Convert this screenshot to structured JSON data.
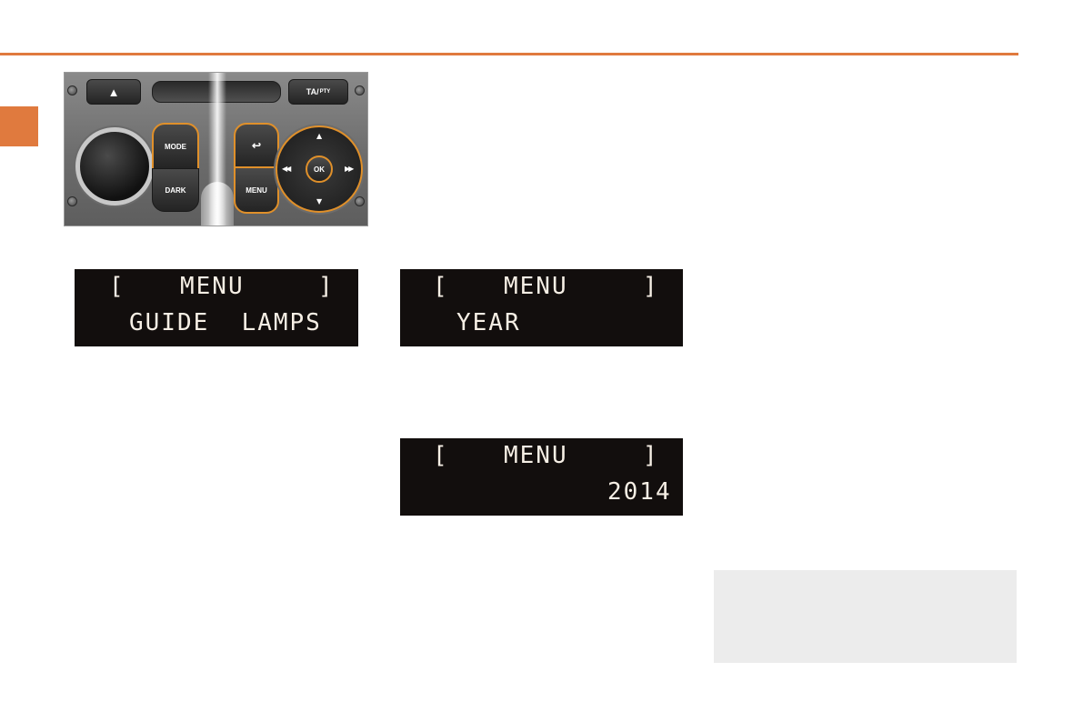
{
  "radio_panel": {
    "eject_symbol": "▲",
    "ta_label": "TA/",
    "pty_label": "PTY",
    "mode_label": "MODE",
    "dark_label": "DARK",
    "back_symbol": "↩",
    "menu_label": "MENU",
    "ok_label": "OK",
    "up_symbol": "▲",
    "down_symbol": "▼",
    "left_symbol": "◀◀",
    "right_symbol": "▶▶"
  },
  "displays": [
    {
      "bracket_left": "[",
      "title": "MENU",
      "bracket_right": "]",
      "line2": "GUIDE  LAMPS"
    },
    {
      "bracket_left": "[",
      "title": "MENU",
      "bracket_right": "]",
      "line2": "YEAR"
    },
    {
      "bracket_left": "[",
      "title": "MENU",
      "bracket_right": "]",
      "line2": "2014"
    }
  ],
  "colors": {
    "accent": "#e07a3e",
    "lcd_background": "#120e0d",
    "lcd_text": "#f6efe5",
    "button_highlight": "#e0902a",
    "note_box": "#ececec"
  }
}
